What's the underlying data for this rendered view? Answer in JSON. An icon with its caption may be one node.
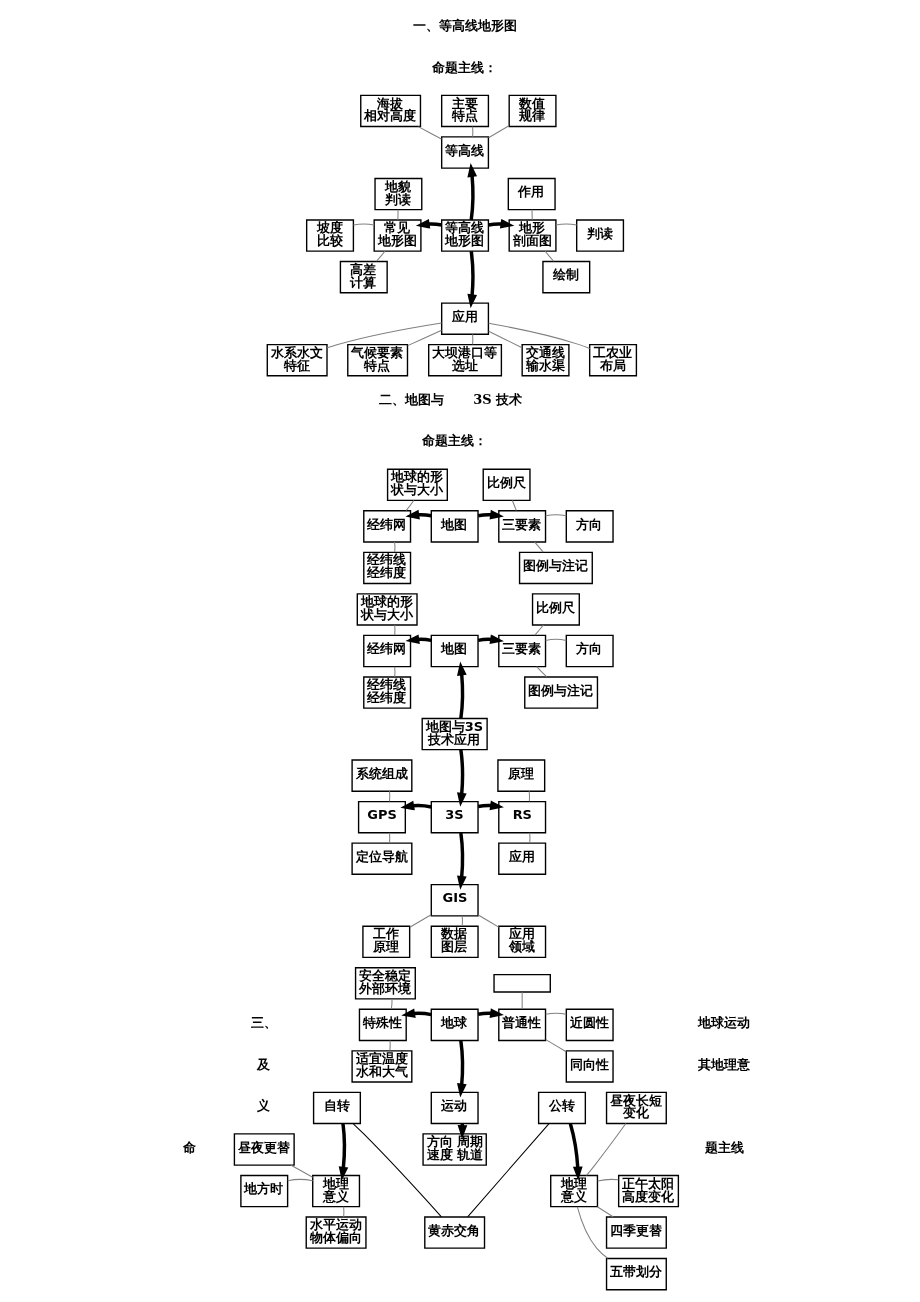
{
  "diagram": {
    "nodes": [
      {
        "text": [
          "海拔相对高度"
        ]
      },
      {
        "text": [
          "主要特点"
        ]
      },
      {
        "text": [
          "数值规律"
        ]
      },
      {
        "text": [
          "等高线"
        ]
      },
      {
        "text": [
          "地貌判读"
        ]
      },
      {
        "text": [
          "作用"
        ]
      },
      {
        "text": [
          "坡度比较"
        ]
      },
      {
        "text": [
          "常见地形图"
        ]
      },
      {
        "text": [
          "等高线地形图"
        ]
      },
      {
        "text": [
          "地形剖面图"
        ]
      },
      {
        "text": [
          "判读"
        ]
      },
      {
        "text": [
          "高差计算"
        ]
      },
      {
        "text": [
          "绘制"
        ]
      },
      {
        "text": [
          "应用"
        ]
      },
      {
        "text": [
          "水系水文特征"
        ]
      },
      {
        "text": [
          "气候要素特点"
        ]
      },
      {
        "text": [
          "大坝港口等选址"
        ]
      },
      {
        "text": [
          "交通线输水渠"
        ]
      },
      {
        "text": [
          "工农业布局"
        ]
      },
      {
        "text": [
          "地球的形状与大小"
        ]
      },
      {
        "text": [
          "比例尺"
        ]
      },
      {
        "text": [
          "经纬网"
        ]
      },
      {
        "text": [
          "地图"
        ]
      },
      {
        "text": [
          "三要素"
        ]
      },
      {
        "text": [
          "方向"
        ]
      },
      {
        "text": [
          "经纬线经纬度"
        ]
      },
      {
        "text": [
          "图例与注记"
        ]
      },
      {
        "text": [
          "地球的形状与大小"
        ]
      },
      {
        "text": [
          "比例尺"
        ]
      },
      {
        "text": [
          "经纬网"
        ]
      },
      {
        "text": [
          "地图"
        ]
      },
      {
        "text": [
          "三要素"
        ]
      },
      {
        "text": [
          "方向"
        ]
      },
      {
        "text": [
          "经纬线经纬度"
        ]
      },
      {
        "text": [
          "图例与注记"
        ]
      },
      {
        "text": [
          "地图与3S技术应用"
        ]
      },
      {
        "text": [
          "系统组成"
        ]
      },
      {
        "text": [
          "原理"
        ]
      },
      {
        "text": [
          "GPS"
        ]
      },
      {
        "text": [
          "3S"
        ]
      },
      {
        "text": [
          "RS"
        ]
      },
      {
        "text": [
          "定位导航"
        ]
      },
      {
        "text": [
          "应用"
        ]
      },
      {
        "text": [
          "GIS"
        ]
      },
      {
        "text": [
          "工作原理"
        ]
      },
      {
        "text": [
          "数据图层"
        ]
      },
      {
        "text": [
          "应用领域"
        ]
      },
      {
        "text": [
          "安全稳定外部环境"
        ]
      },
      {
        "text": [],
        "shape": "box"
      },
      {
        "text": [
          "特殊性"
        ]
      },
      {
        "text": [
          "地球"
        ]
      },
      {
        "text": [
          "普通性"
        ]
      },
      {
        "text": [
          "近圆性"
        ]
      },
      {
        "text": [
          "适宜温度水和大气"
        ]
      },
      {
        "text": [
          "同向性"
        ]
      },
      {
        "text": [
          "自转"
        ]
      },
      {
        "text": [
          "运动"
        ]
      },
      {
        "text": [
          "公转"
        ]
      },
      {
        "text": [
          "昼夜长短变化"
        ]
      },
      {
        "text": [
          "昼夜更替"
        ]
      },
      {
        "text": [
          "方向 周期速度 轨道"
        ]
      },
      {
        "text": [
          "地方时"
        ]
      },
      {
        "text": [
          "地理意义"
        ]
      },
      {
        "text": [
          "地理意义"
        ]
      },
      {
        "text": [
          "正午太阳高度变化"
        ]
      },
      {
        "text": [
          "黄赤交角"
        ]
      },
      {
        "text": [
          "水平运动物体偏向"
        ]
      },
      {
        "text": [
          "四季更替"
        ]
      },
      {
        "text": [
          "五带划分"
        ]
      }
    ],
    "edges": [
      {
        "from": 0,
        "to": 3,
        "arrow": "none"
      },
      {
        "from": 1,
        "to": 3,
        "arrow": "none"
      },
      {
        "from": 2,
        "to": 3,
        "arrow": "none"
      },
      {
        "from": 8,
        "to": 3,
        "arrow": "to",
        "style": "thick",
        "color": "#000000"
      },
      {
        "from": 8,
        "to": 7,
        "arrow": "to",
        "style": "thick",
        "color": "#000000"
      },
      {
        "from": 8,
        "to": 9,
        "arrow": "to",
        "style": "thick",
        "color": "#000000"
      },
      {
        "from": 8,
        "to": 13,
        "arrow": "to",
        "style": "thick",
        "color": "#000000"
      },
      {
        "from": 4,
        "to": 7,
        "arrow": "none"
      },
      {
        "from": 6,
        "to": 7,
        "arrow": "none"
      },
      {
        "from": 7,
        "to": 11,
        "arrow": "none"
      },
      {
        "from": 5,
        "to": 9,
        "arrow": "none"
      },
      {
        "from": 9,
        "to": 10,
        "arrow": "none"
      },
      {
        "from": 9,
        "to": 12,
        "arrow": "none"
      },
      {
        "from": 13,
        "to": 14,
        "arrow": "none"
      },
      {
        "from": 13,
        "to": 15,
        "arrow": "none"
      },
      {
        "from": 13,
        "to": 16,
        "arrow": "none"
      },
      {
        "from": 13,
        "to": 17,
        "arrow": "none"
      },
      {
        "from": 13,
        "to": 18,
        "arrow": "none"
      },
      {
        "from": 22,
        "to": 21,
        "arrow": "to",
        "style": "thick",
        "color": "#000000"
      },
      {
        "from": 22,
        "to": 23,
        "arrow": "to",
        "style": "thick",
        "color": "#000000"
      },
      {
        "from": 19,
        "to": 21,
        "arrow": "none"
      },
      {
        "from": 21,
        "to": 25,
        "arrow": "none"
      },
      {
        "from": 20,
        "to": 23,
        "arrow": "none"
      },
      {
        "from": 23,
        "to": 24,
        "arrow": "none"
      },
      {
        "from": 23,
        "to": 26,
        "arrow": "none"
      },
      {
        "from": 30,
        "to": 29,
        "arrow": "to",
        "style": "thick",
        "color": "#000000"
      },
      {
        "from": 30,
        "to": 31,
        "arrow": "to",
        "style": "thick",
        "color": "#000000"
      },
      {
        "from": 27,
        "to": 29,
        "arrow": "none"
      },
      {
        "from": 29,
        "to": 33,
        "arrow": "none"
      },
      {
        "from": 28,
        "to": 31,
        "arrow": "none"
      },
      {
        "from": 31,
        "to": 32,
        "arrow": "none"
      },
      {
        "from": 31,
        "to": 34,
        "arrow": "none"
      },
      {
        "from": 35,
        "to": 30,
        "arrow": "to",
        "style": "thick",
        "color": "#000000"
      },
      {
        "from": 35,
        "to": 39,
        "arrow": "to",
        "style": "thick",
        "color": "#000000"
      },
      {
        "from": 39,
        "to": 38,
        "arrow": "to",
        "style": "thick",
        "color": "#000000"
      },
      {
        "from": 39,
        "to": 40,
        "arrow": "to",
        "style": "thick",
        "color": "#000000"
      },
      {
        "from": 39,
        "to": 43,
        "arrow": "to",
        "style": "thick",
        "color": "#000000"
      },
      {
        "from": 36,
        "to": 38,
        "arrow": "none"
      },
      {
        "from": 38,
        "to": 41,
        "arrow": "none"
      },
      {
        "from": 37,
        "to": 40,
        "arrow": "none"
      },
      {
        "from": 40,
        "to": 42,
        "arrow": "none"
      },
      {
        "from": 43,
        "to": 44,
        "arrow": "none"
      },
      {
        "from": 43,
        "to": 45,
        "arrow": "none"
      },
      {
        "from": 43,
        "to": 46,
        "arrow": "none"
      },
      {
        "from": 50,
        "to": 49,
        "arrow": "to",
        "style": "thick",
        "color": "#000000"
      },
      {
        "from": 50,
        "to": 51,
        "arrow": "to",
        "style": "thick",
        "color": "#000000"
      },
      {
        "from": 50,
        "to": 56,
        "arrow": "to",
        "style": "thick",
        "color": "#000000"
      },
      {
        "from": 56,
        "to": 60,
        "arrow": "to",
        "style": "thick",
        "color": "#000000"
      },
      {
        "from": 47,
        "to": 49,
        "arrow": "none"
      },
      {
        "from": 49,
        "to": 53,
        "arrow": "none"
      },
      {
        "from": 48,
        "to": 51,
        "arrow": "none"
      },
      {
        "from": 51,
        "to": 52,
        "arrow": "none"
      },
      {
        "from": 51,
        "to": 54,
        "arrow": "none"
      },
      {
        "from": 55,
        "to": 62,
        "arrow": "to",
        "style": "thick",
        "color": "#000000"
      },
      {
        "from": 57,
        "to": 63,
        "arrow": "to",
        "style": "thick",
        "color": "#000000"
      },
      {
        "from": 55,
        "to": 65,
        "arrow": "none",
        "color": "#000000"
      },
      {
        "from": 57,
        "to": 65,
        "arrow": "none",
        "color": "#000000"
      },
      {
        "from": 59,
        "to": 62,
        "arrow": "none"
      },
      {
        "from": 61,
        "to": 62,
        "arrow": "none"
      },
      {
        "from": 62,
        "to": 66,
        "arrow": "none"
      },
      {
        "from": 58,
        "to": 63,
        "arrow": "none"
      },
      {
        "from": 63,
        "to": 64,
        "arrow": "none"
      },
      {
        "from": 63,
        "to": 67,
        "arrow": "none"
      },
      {
        "from": 63,
        "to": 68,
        "arrow": "none"
      }
    ],
    "labels": [
      "一、等高线地形图",
      "命题主线：",
      "二、地图与",
      "3S 技术",
      "命题主线：",
      "三、",
      "地球运动",
      "及",
      "其地理意",
      "义",
      "命",
      "题主线"
    ]
  }
}
